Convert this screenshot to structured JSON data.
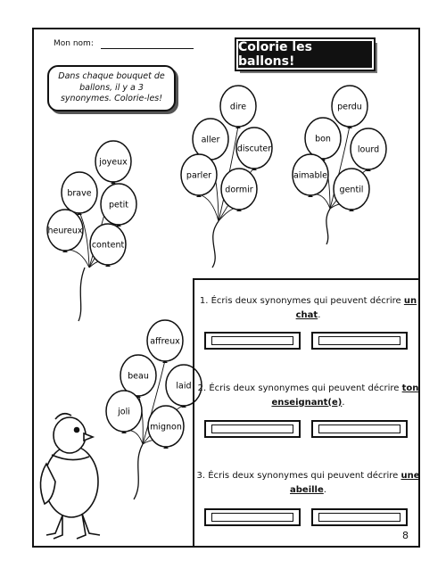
{
  "header": {
    "name_label": "Mon nom:",
    "title": "Colorie les ballons!"
  },
  "instructions": "Dans chaque bouquet de ballons, il y a 3 synonymes. Colorie-les!",
  "bouquets": [
    {
      "words": [
        "joyeux",
        "brave",
        "petit",
        "heureux",
        "content"
      ]
    },
    {
      "words": [
        "dire",
        "aller",
        "discuter",
        "parler",
        "dormir"
      ]
    },
    {
      "words": [
        "perdu",
        "bon",
        "lourd",
        "aimable",
        "gentil"
      ]
    },
    {
      "words": [
        "affreux",
        "beau",
        "laid",
        "joli",
        "mignon"
      ]
    }
  ],
  "questions": [
    {
      "number": "1.",
      "text_before": "Écris deux synonymes qui peuvent décrire",
      "highlight": "un chat",
      "text_after": "."
    },
    {
      "number": "2.",
      "text_before": "Écris deux synonymes qui peuvent décrire",
      "highlight": "ton enseignant(e)",
      "text_after": "."
    },
    {
      "number": "3.",
      "text_before": "Écris deux synonymes qui peuvent décrire",
      "highlight": "une abeille",
      "text_after": "."
    }
  ],
  "page_number": "8"
}
